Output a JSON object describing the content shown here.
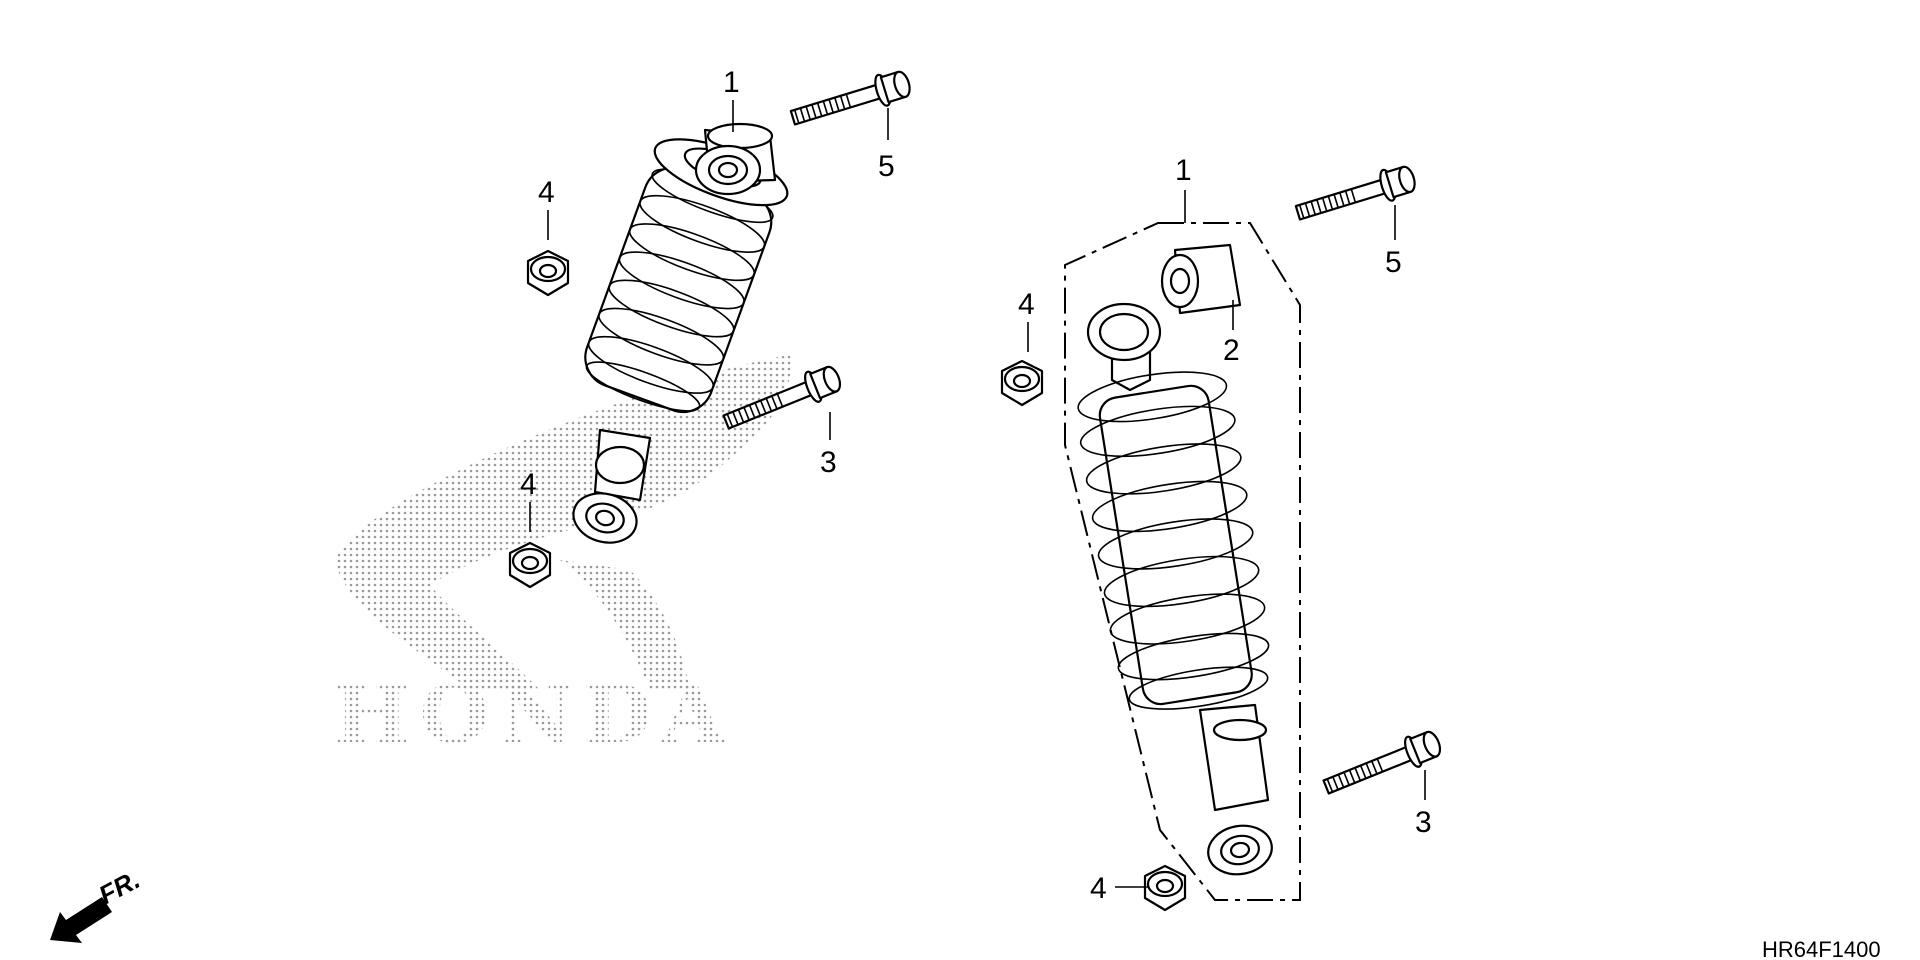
{
  "diagram_code": "HR64F1400",
  "direction_label": "FR.",
  "watermark_text": "HONDA",
  "colors": {
    "ink": "#000000",
    "paper": "#ffffff",
    "watermark_dots": "#9a9a9a"
  },
  "left_assembly": {
    "callouts": {
      "shock": "1",
      "upper_bolt": "5",
      "upper_nut": "4",
      "lower_bolt": "3",
      "lower_nut": "4"
    }
  },
  "right_assembly": {
    "callouts": {
      "shock_assembly": "1",
      "bushing": "2",
      "upper_bolt": "5",
      "upper_nut": "4",
      "lower_bolt": "3",
      "lower_nut": "4"
    }
  }
}
